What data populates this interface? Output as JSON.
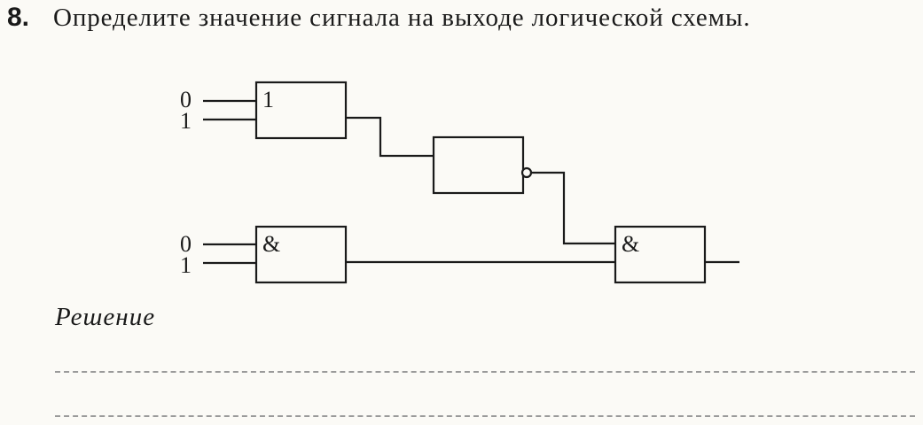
{
  "task": {
    "number": "8.",
    "text": "Определите значение сигнала на выходе логической схемы."
  },
  "circuit": {
    "gate1": {
      "label": "1",
      "inputs": [
        "0",
        "1"
      ]
    },
    "gate2": {
      "label": ""
    },
    "gate3": {
      "label": "&",
      "inputs": [
        "0",
        "1"
      ]
    },
    "gate4": {
      "label": "&"
    }
  },
  "solution": {
    "label": "Решение"
  }
}
